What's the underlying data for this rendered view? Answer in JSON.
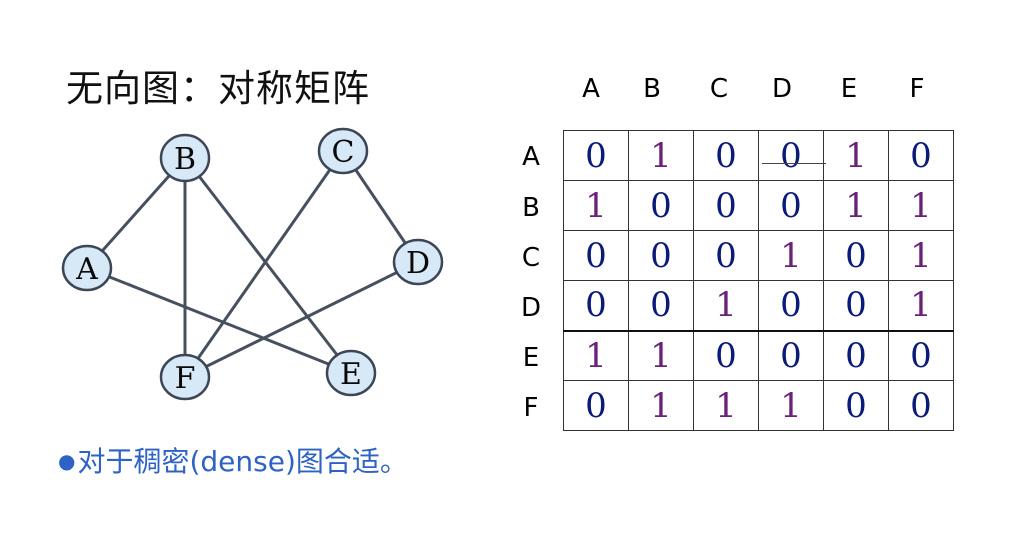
{
  "title": "无向图：对称矩阵",
  "graph": {
    "nodes": [
      {
        "id": "A",
        "label": "A"
      },
      {
        "id": "B",
        "label": "B"
      },
      {
        "id": "C",
        "label": "C"
      },
      {
        "id": "D",
        "label": "D"
      },
      {
        "id": "E",
        "label": "E"
      },
      {
        "id": "F",
        "label": "F"
      }
    ],
    "edges": [
      [
        "A",
        "B"
      ],
      [
        "A",
        "E"
      ],
      [
        "B",
        "E"
      ],
      [
        "B",
        "F"
      ],
      [
        "C",
        "D"
      ],
      [
        "C",
        "F"
      ],
      [
        "D",
        "F"
      ]
    ],
    "colors": {
      "node_fill": "#d7e9f7",
      "node_stroke": "#3c4656",
      "edge": "#47505e"
    }
  },
  "matrix": {
    "col_headers": [
      "A",
      "B",
      "C",
      "D",
      "E",
      "F"
    ],
    "row_headers": [
      "A",
      "B",
      "C",
      "D",
      "E",
      "F"
    ],
    "values": [
      [
        0,
        1,
        0,
        0,
        1,
        0
      ],
      [
        1,
        0,
        0,
        0,
        1,
        1
      ],
      [
        0,
        0,
        0,
        1,
        0,
        1
      ],
      [
        0,
        0,
        1,
        0,
        0,
        1
      ],
      [
        1,
        1,
        0,
        0,
        0,
        0
      ],
      [
        0,
        1,
        1,
        1,
        0,
        0
      ]
    ],
    "colors": {
      "zero": "#0a1a78",
      "one": "#6a2178"
    }
  },
  "note": {
    "bullet": "●",
    "text": "对于稠密(dense)图合适。",
    "color": "#2e62c4"
  }
}
